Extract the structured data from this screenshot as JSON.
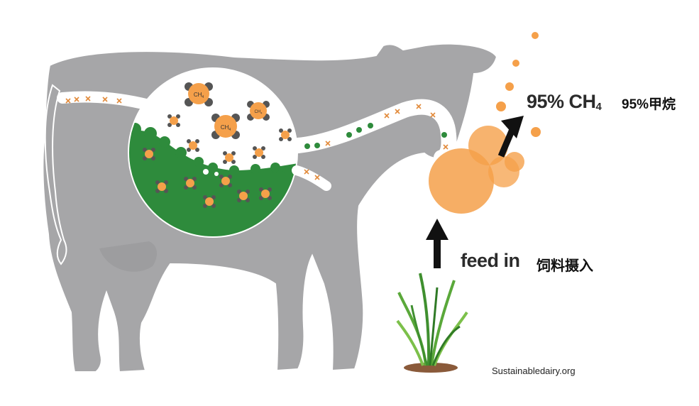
{
  "labels": {
    "methane_out": "95% CH",
    "methane_out_subscript": "4",
    "methane_out_cn": "95%甲烷",
    "feed_in": "feed in",
    "feed_in_cn": "饲料摄入",
    "molecule_label": "CH",
    "molecule_label_subscript": "4",
    "source": "Sustainabledairy.org"
  },
  "colors": {
    "cow_body": "#a6a6a8",
    "cow_outline": "#ffffff",
    "rumen_contents": "#2e8b3c",
    "methane_orange": "#f5a04a",
    "methane_dark": "#555555",
    "arrow": "#111111",
    "grass": "#5aa83a",
    "soil": "#8a5a3a"
  },
  "icons": {
    "methane_molecule": "ch4-molecule-icon",
    "grass": "grass-icon",
    "up_arrow": "up-arrow-icon",
    "exhale_arrow": "diagonal-arrow-icon"
  }
}
